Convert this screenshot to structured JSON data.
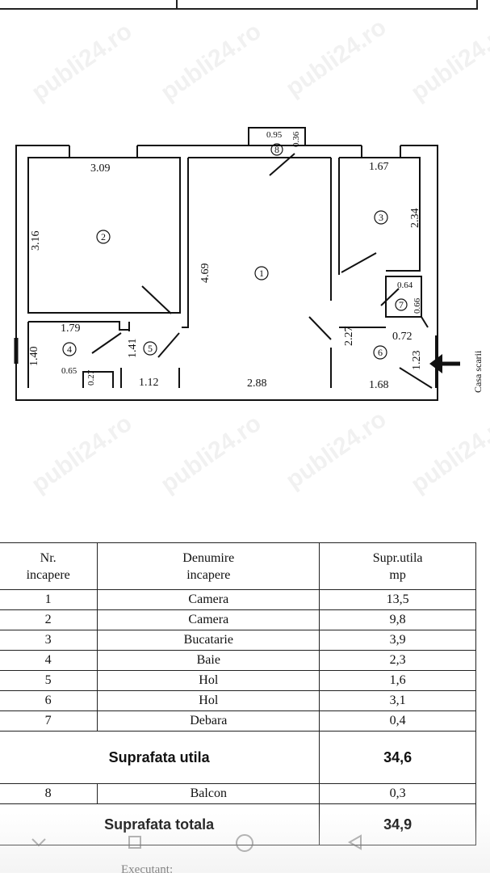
{
  "watermark": "publi24.ro",
  "floor_plan": {
    "dimensions": {
      "room2_width": "3.09",
      "room2_height": "3.16",
      "room1_height": "4.69",
      "room1_bottom": "2.88",
      "room1_right": "2.27",
      "balcony_width": "0.95",
      "balcony_depth": "0.36",
      "room3_width": "1.67",
      "room3_height": "2.34",
      "room7_width": "0.64",
      "room7_height": "0.66",
      "room6_top": "0.72",
      "room6_right": "1.23",
      "room6_bottom": "1.68",
      "room4_width": "1.79",
      "room4_height": "1.40",
      "room4_small": "0.65",
      "room4_door": "0.27",
      "room5_height": "1.41",
      "room5_bottom": "1.12"
    },
    "room_numbers": {
      "r1": "1",
      "r2": "2",
      "r3": "3",
      "r4": "4",
      "r5": "5",
      "r6": "6",
      "r7": "7",
      "r8": "8"
    },
    "stair_label": "Casa scarii"
  },
  "table": {
    "header": {
      "nr": [
        "Nr.",
        "incapere"
      ],
      "name": [
        "Denumire",
        "incapere"
      ],
      "area": [
        "Supr.utila",
        "mp"
      ]
    },
    "rows": [
      {
        "nr": "1",
        "name": "Camera",
        "area": "13,5"
      },
      {
        "nr": "2",
        "name": "Camera",
        "area": "9,8"
      },
      {
        "nr": "3",
        "name": "Bucatarie",
        "area": "3,9"
      },
      {
        "nr": "4",
        "name": "Baie",
        "area": "2,3"
      },
      {
        "nr": "5",
        "name": "Hol",
        "area": "1,6"
      },
      {
        "nr": "6",
        "name": "Hol",
        "area": "3,1"
      },
      {
        "nr": "7",
        "name": "Debara",
        "area": "0,4"
      }
    ],
    "subtotal": {
      "label": "Suprafata utila",
      "value": "34,6"
    },
    "balcony": {
      "nr": "8",
      "name": "Balcon",
      "area": "0,3"
    },
    "total": {
      "label": "Suprafata totala",
      "value": "34,9"
    }
  },
  "footer_text": "Executant:"
}
